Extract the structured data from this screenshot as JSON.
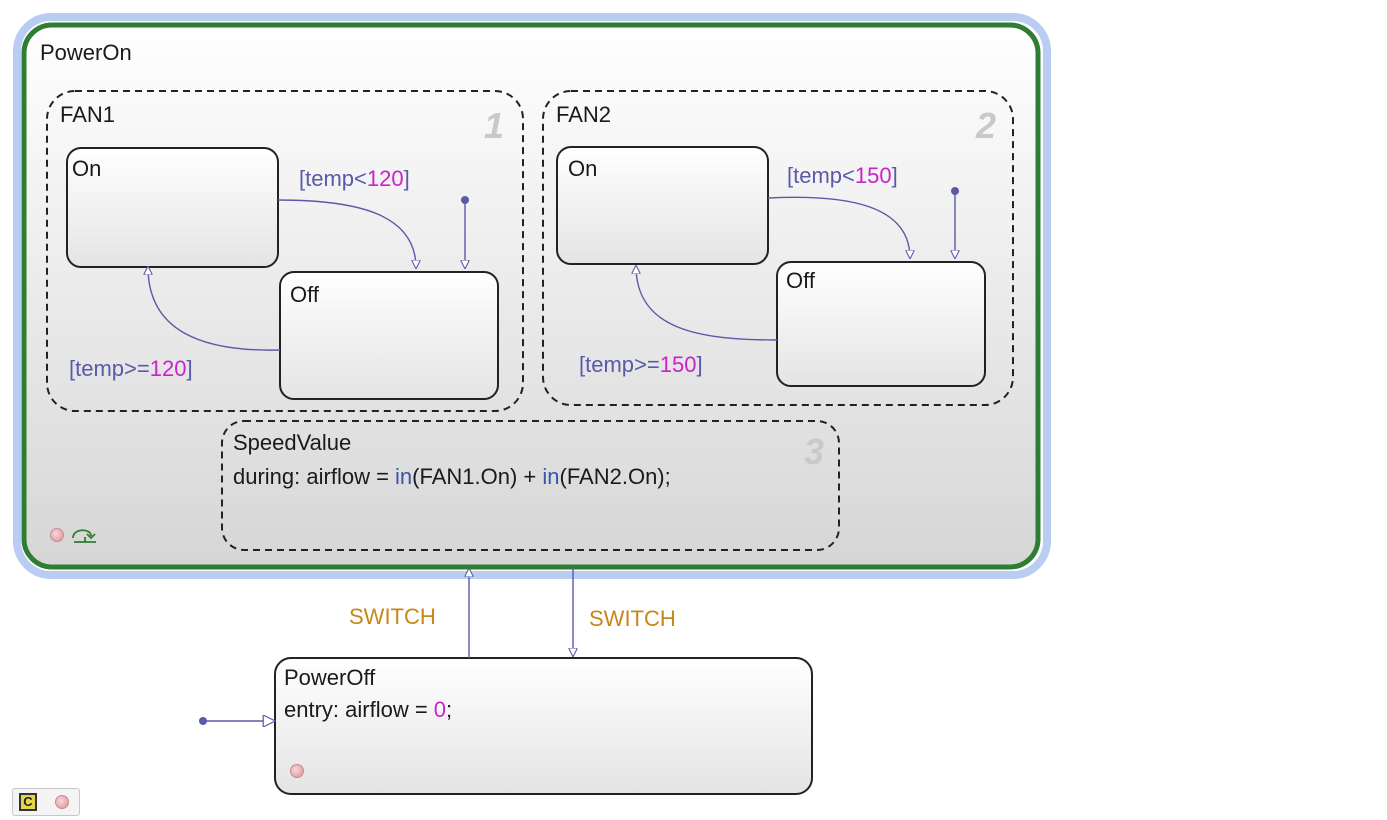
{
  "states": {
    "power_on": {
      "name": "PowerOn"
    },
    "fan1": {
      "name": "FAN1",
      "order": "1",
      "on": "On",
      "off": "Off",
      "cond_to_off": {
        "open": "[temp<",
        "value": "120",
        "close": "]"
      },
      "cond_to_on": {
        "open": "[temp>=",
        "value": "120",
        "close": "]"
      }
    },
    "fan2": {
      "name": "FAN2",
      "order": "2",
      "on": "On",
      "off": "Off",
      "cond_to_off": {
        "open": "[temp<",
        "value": "150",
        "close": "]"
      },
      "cond_to_on": {
        "open": "[temp>=",
        "value": "150",
        "close": "]"
      }
    },
    "speed_value": {
      "name": "SpeedValue",
      "order": "3",
      "action_prefix": "during: airflow = ",
      "fn1": "in",
      "arg1": "(FAN1.On) + ",
      "fn2": "in",
      "arg2": "(FAN2.On);"
    },
    "power_off": {
      "name": "PowerOff",
      "action_prefix": "entry: airflow = ",
      "value": "0",
      "action_suffix": ";"
    }
  },
  "events": {
    "to_power_on": "SWITCH",
    "to_power_off": "SWITCH"
  },
  "toolbar": {
    "c_icon_letter": "C"
  },
  "colors": {
    "power_on_border": "#2e7d32",
    "power_on_glow": "#b9cdf2",
    "transition": "#5a5aa8",
    "condition_number": "#cc22cc",
    "event": "#c8861a",
    "order_number": "#c9c9c9"
  }
}
